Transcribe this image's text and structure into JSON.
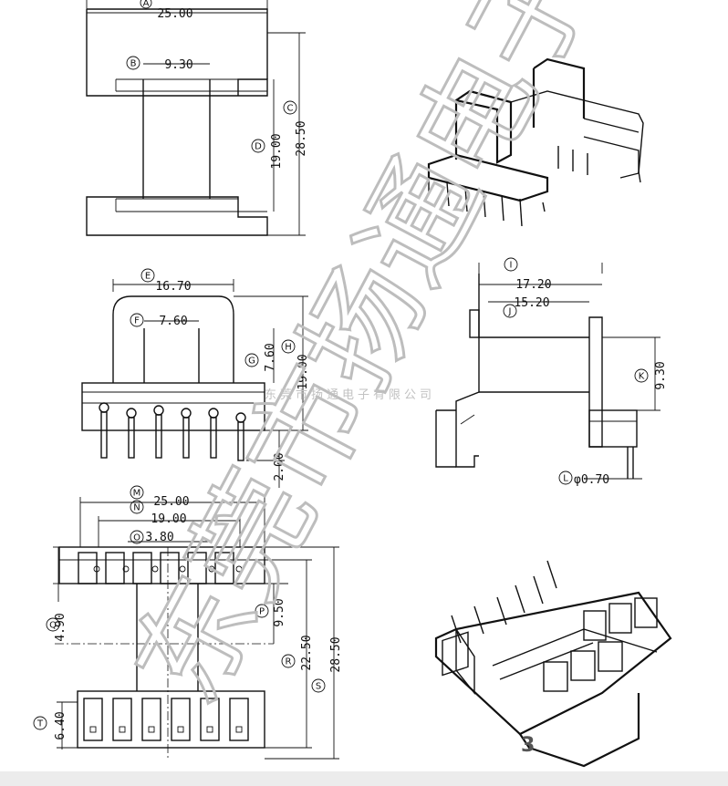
{
  "top_view": {
    "A": {
      "letter": "A",
      "value": "25.00"
    },
    "B": {
      "letter": "B",
      "value": "9.30"
    },
    "C": {
      "letter": "C",
      "value": "28.50"
    },
    "D": {
      "letter": "D",
      "value": "19.00"
    }
  },
  "front_view": {
    "E": {
      "letter": "E",
      "value": "16.70"
    },
    "F": {
      "letter": "F",
      "value": "7.60"
    },
    "G": {
      "letter": "G",
      "value": "7.60"
    },
    "H": {
      "letter": "H",
      "value": "19.00"
    },
    "pin_length": "2.00"
  },
  "side_view": {
    "I": {
      "letter": "I",
      "value": "17.20"
    },
    "J": {
      "letter": "J",
      "value": "15.20"
    },
    "K": {
      "letter": "K",
      "value": "9.30"
    },
    "L": {
      "letter": "L",
      "value": "φ0.70"
    }
  },
  "bottom_view": {
    "M": {
      "letter": "M",
      "value": "25.00"
    },
    "N": {
      "letter": "N",
      "value": "19.00"
    },
    "O": {
      "letter": "O",
      "value": "3.80"
    },
    "P": {
      "letter": "P",
      "value": "9.50"
    },
    "Q": {
      "letter": "Q",
      "value": "4.90"
    },
    "R": {
      "letter": "R",
      "value": "22.50"
    },
    "S": {
      "letter": "S",
      "value": "28.50"
    },
    "T": {
      "letter": "T",
      "value": "6.40"
    }
  },
  "watermark": {
    "large": "东莞市扬通电子",
    "small": "东莞市扬通电子有限公司"
  },
  "page_number": "3"
}
